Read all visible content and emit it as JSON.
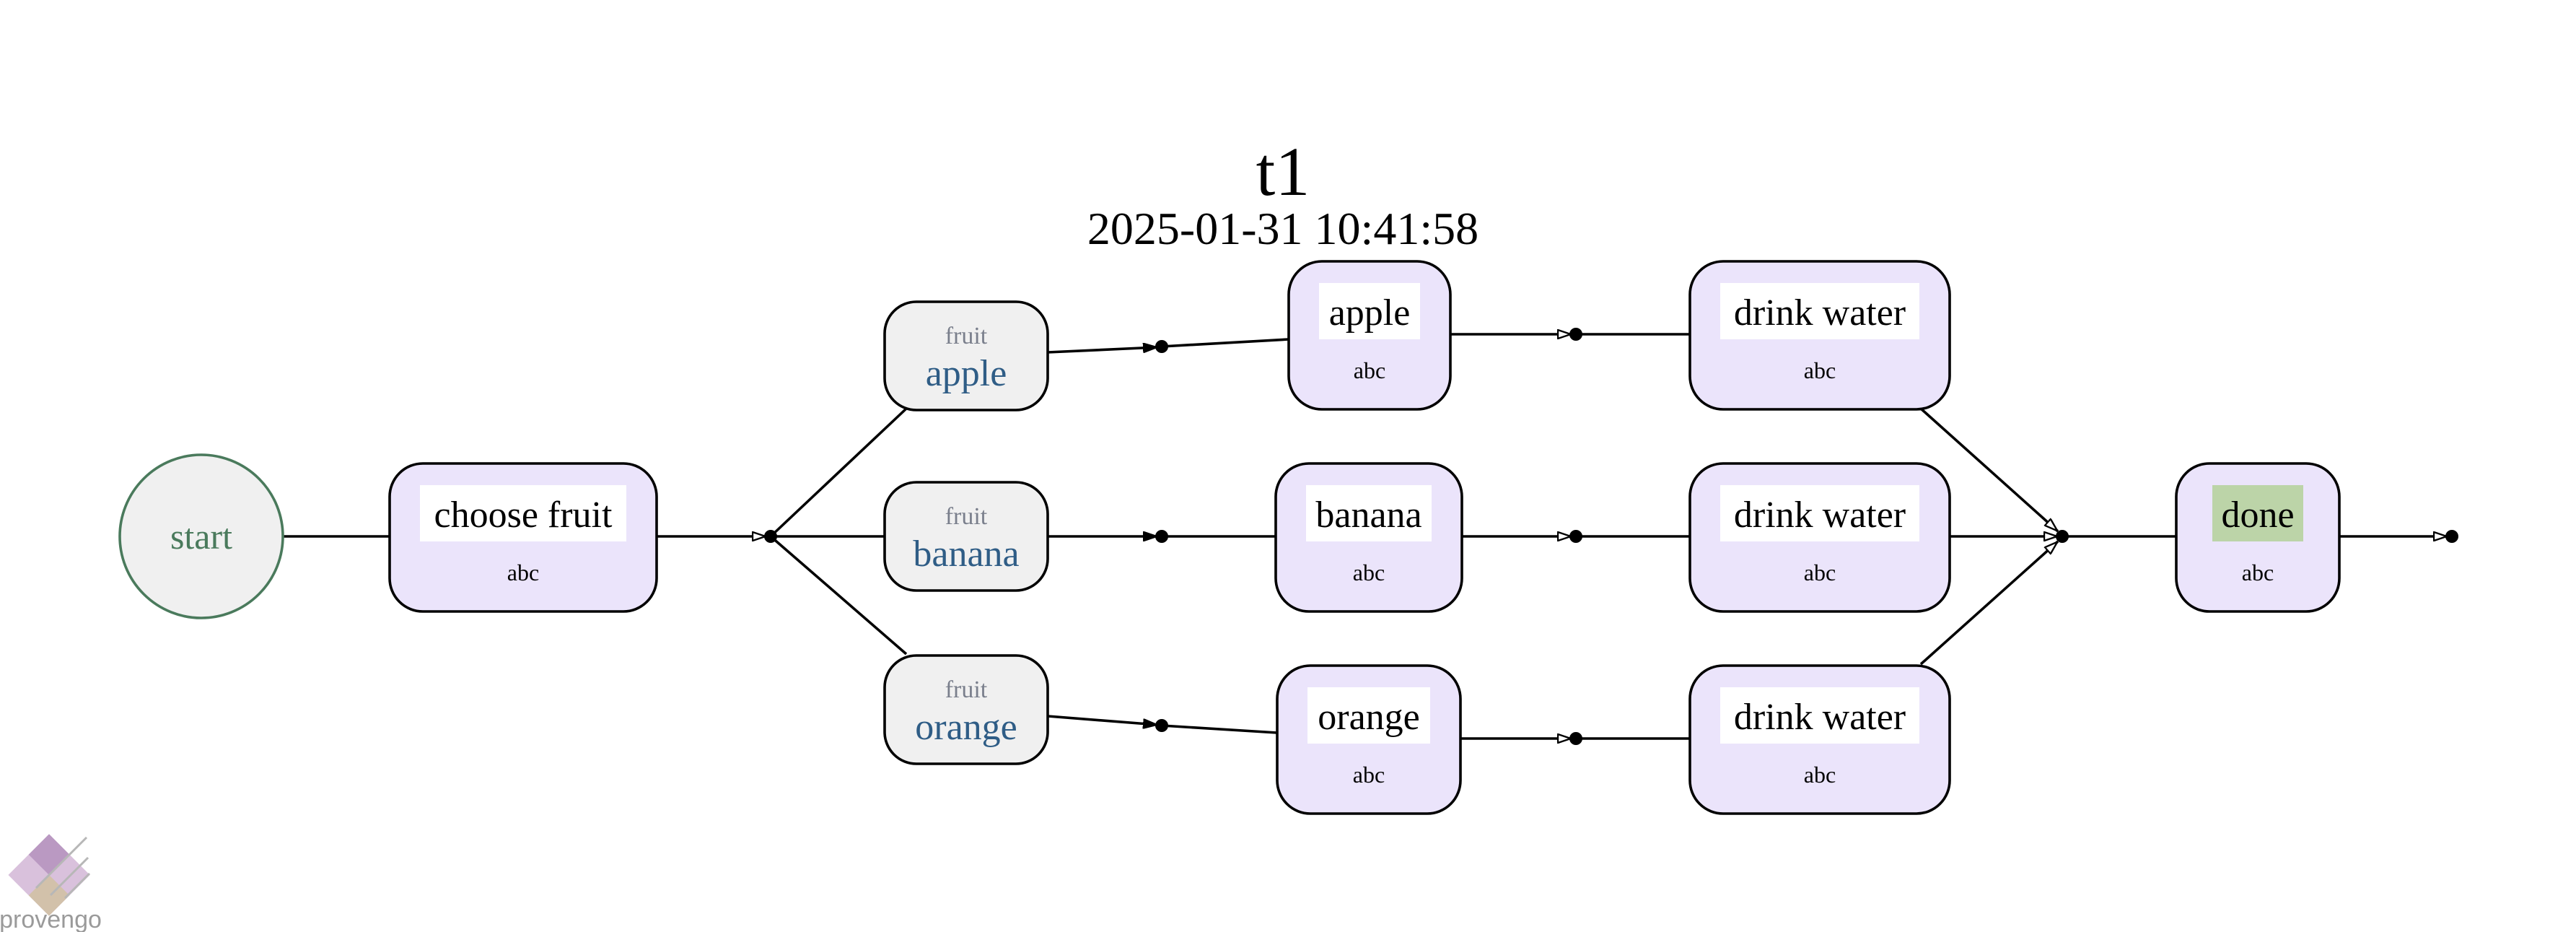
{
  "header": {
    "title": "t1",
    "timestamp": "2025-01-31 10:41:58"
  },
  "nodes": {
    "start": {
      "label": "start"
    },
    "choose_fruit": {
      "label": "choose fruit",
      "sub": "abc"
    },
    "event_apple": {
      "kind": "fruit",
      "value": "apple"
    },
    "event_banana": {
      "kind": "fruit",
      "value": "banana"
    },
    "event_orange": {
      "kind": "fruit",
      "value": "orange"
    },
    "apple": {
      "label": "apple",
      "sub": "abc"
    },
    "banana": {
      "label": "banana",
      "sub": "abc"
    },
    "orange": {
      "label": "orange",
      "sub": "abc"
    },
    "drink_water_1": {
      "label": "drink water",
      "sub": "abc"
    },
    "drink_water_2": {
      "label": "drink water",
      "sub": "abc"
    },
    "drink_water_3": {
      "label": "drink water",
      "sub": "abc"
    },
    "done": {
      "label": "done",
      "sub": "abc"
    }
  },
  "logo": {
    "text": "provengo"
  },
  "colors": {
    "state_fill": "#ebe4fb",
    "event_fill": "#f0f0f0",
    "start_fill": "#f0f0f0",
    "start_stroke": "#4a7a5c",
    "done_highlight": "#bcd4a8",
    "event_value_text": "#2f5d86",
    "event_kind_text": "#7a7f8c"
  }
}
